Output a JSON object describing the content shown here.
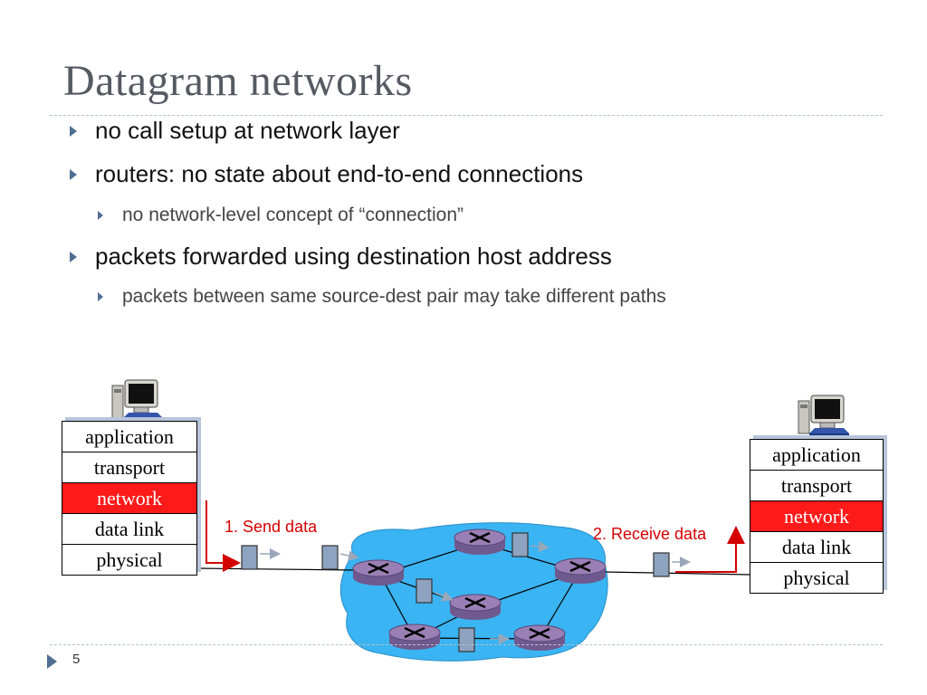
{
  "slide": {
    "title": "Datagram networks",
    "page_number": "5"
  },
  "bullets": [
    {
      "text": "no call setup at network layer",
      "level": 1
    },
    {
      "text": "routers: no state about end-to-end connections",
      "level": 1
    },
    {
      "text": "no network-level concept of “connection”",
      "level": 2
    },
    {
      "text": "packets forwarded using destination host address",
      "level": 1
    },
    {
      "text": "packets between same source-dest pair may take different paths",
      "level": 2
    }
  ],
  "diagram": {
    "left_stack": [
      "application",
      "transport",
      "network",
      "data link",
      "physical"
    ],
    "right_stack": [
      "application",
      "transport",
      "network",
      "data link",
      "physical"
    ],
    "highlight_layer": "network",
    "send_label": "1. Send data",
    "receive_label": "2. Receive data",
    "colors": {
      "highlight": "#ff1a1a",
      "cloud": "#3ab4f2",
      "router": "#9a7fb5",
      "packet": "#8ea3c0",
      "arrow": "#d40000"
    },
    "icons": [
      "computer-icon",
      "router-icon",
      "packet-icon"
    ]
  }
}
